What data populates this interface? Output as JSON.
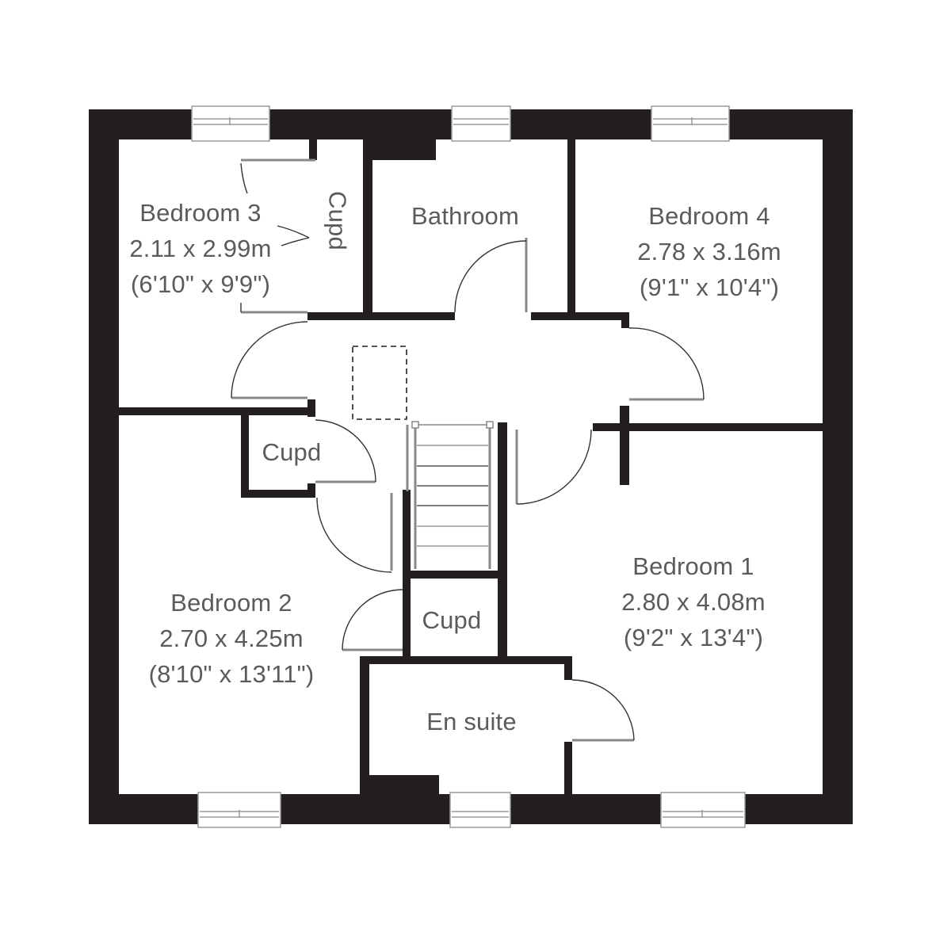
{
  "floorplan": {
    "colors": {
      "wall": "#231f20",
      "text": "#5b5b5b",
      "background": "#ffffff",
      "fixture": "#9a9a9a"
    },
    "rooms": {
      "bedroom3": {
        "name": "Bedroom 3",
        "metric": "2.11 x 2.99m",
        "imperial": "(6'10\" x 9'9\")"
      },
      "cupd_bedroom3": {
        "name": "Cupd"
      },
      "bathroom": {
        "name": "Bathroom"
      },
      "bedroom4": {
        "name": "Bedroom 4",
        "metric": "2.78 x 3.16m",
        "imperial": "(9'1\" x 10'4\")"
      },
      "cupd_landing": {
        "name": "Cupd"
      },
      "bedroom2": {
        "name": "Bedroom 2",
        "metric": "2.70 x 4.25m",
        "imperial": "(8'10\" x 13'11\")"
      },
      "cupd_stairs": {
        "name": "Cupd"
      },
      "bedroom1": {
        "name": "Bedroom 1",
        "metric": "2.80 x 4.08m",
        "imperial": "(9'2\" x 13'4\")"
      },
      "ensuite": {
        "name": "En suite"
      }
    },
    "fixtures": {
      "loft_hatch": "loft-hatch",
      "staircase_treads": 7,
      "windows": 6,
      "doors": 9
    }
  }
}
